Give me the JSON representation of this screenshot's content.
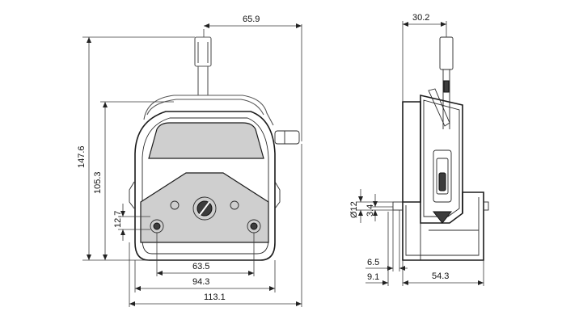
{
  "front_view": {
    "dims": {
      "handle_offset": "65.9",
      "overall_height": "147.6",
      "head_height": "105.3",
      "mount_height": "12.7",
      "hole_spacing": "63.5",
      "base_width": "94.3",
      "overall_width": "113.1"
    }
  },
  "side_view": {
    "dims": {
      "top_width": "30.2",
      "tube_dia": "Ø12",
      "flange_height": "3.4",
      "depth_a": "6.5",
      "depth_b": "9.1",
      "body_depth": "54.3"
    }
  }
}
